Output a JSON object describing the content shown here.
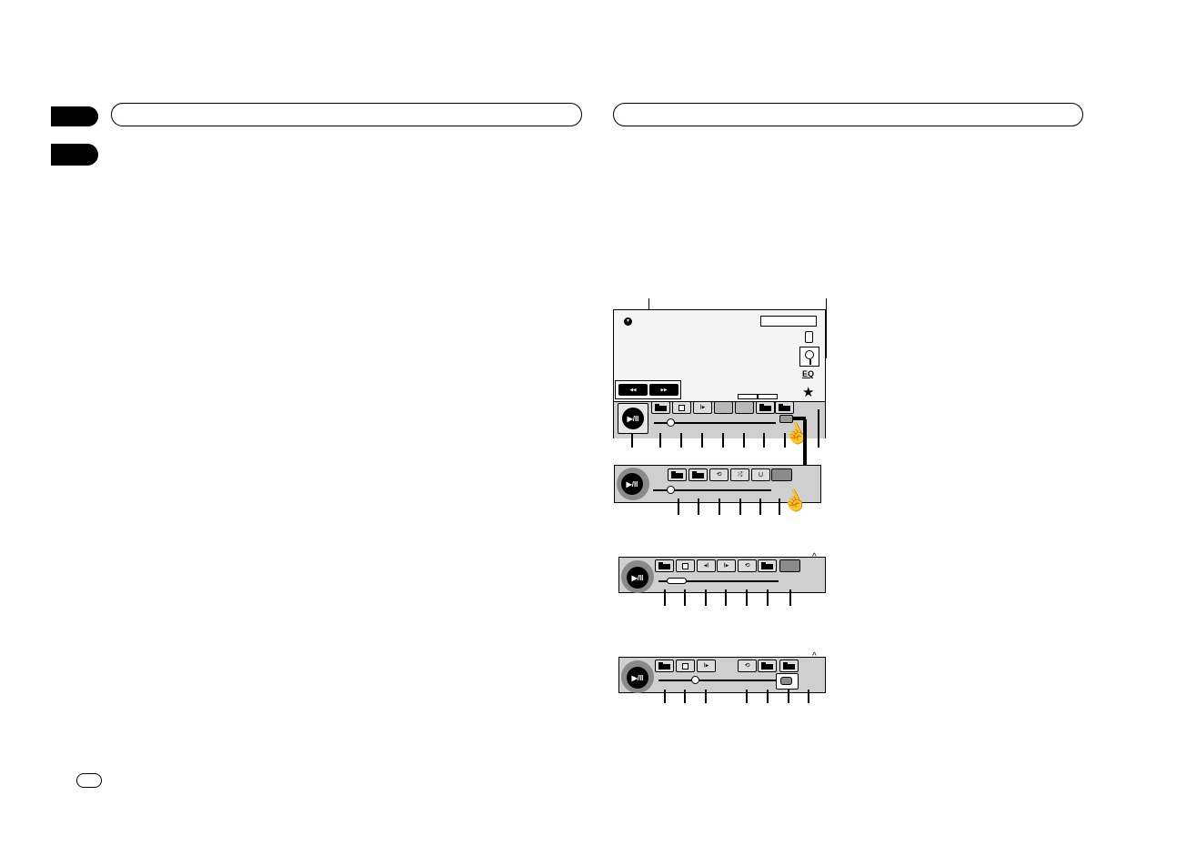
{
  "page": {
    "footer_oval_text": ""
  },
  "figure": {
    "screen1": {
      "eq_label": "EQ",
      "buttons": {
        "rewind": "◂◂",
        "forward": "▸▸",
        "play_pause": "▶/II"
      }
    },
    "panel2": {
      "play_pause": "▶/II"
    },
    "panel3": {
      "play_pause": "▶/II"
    },
    "panel4": {
      "play_pause": "▶/II"
    }
  }
}
